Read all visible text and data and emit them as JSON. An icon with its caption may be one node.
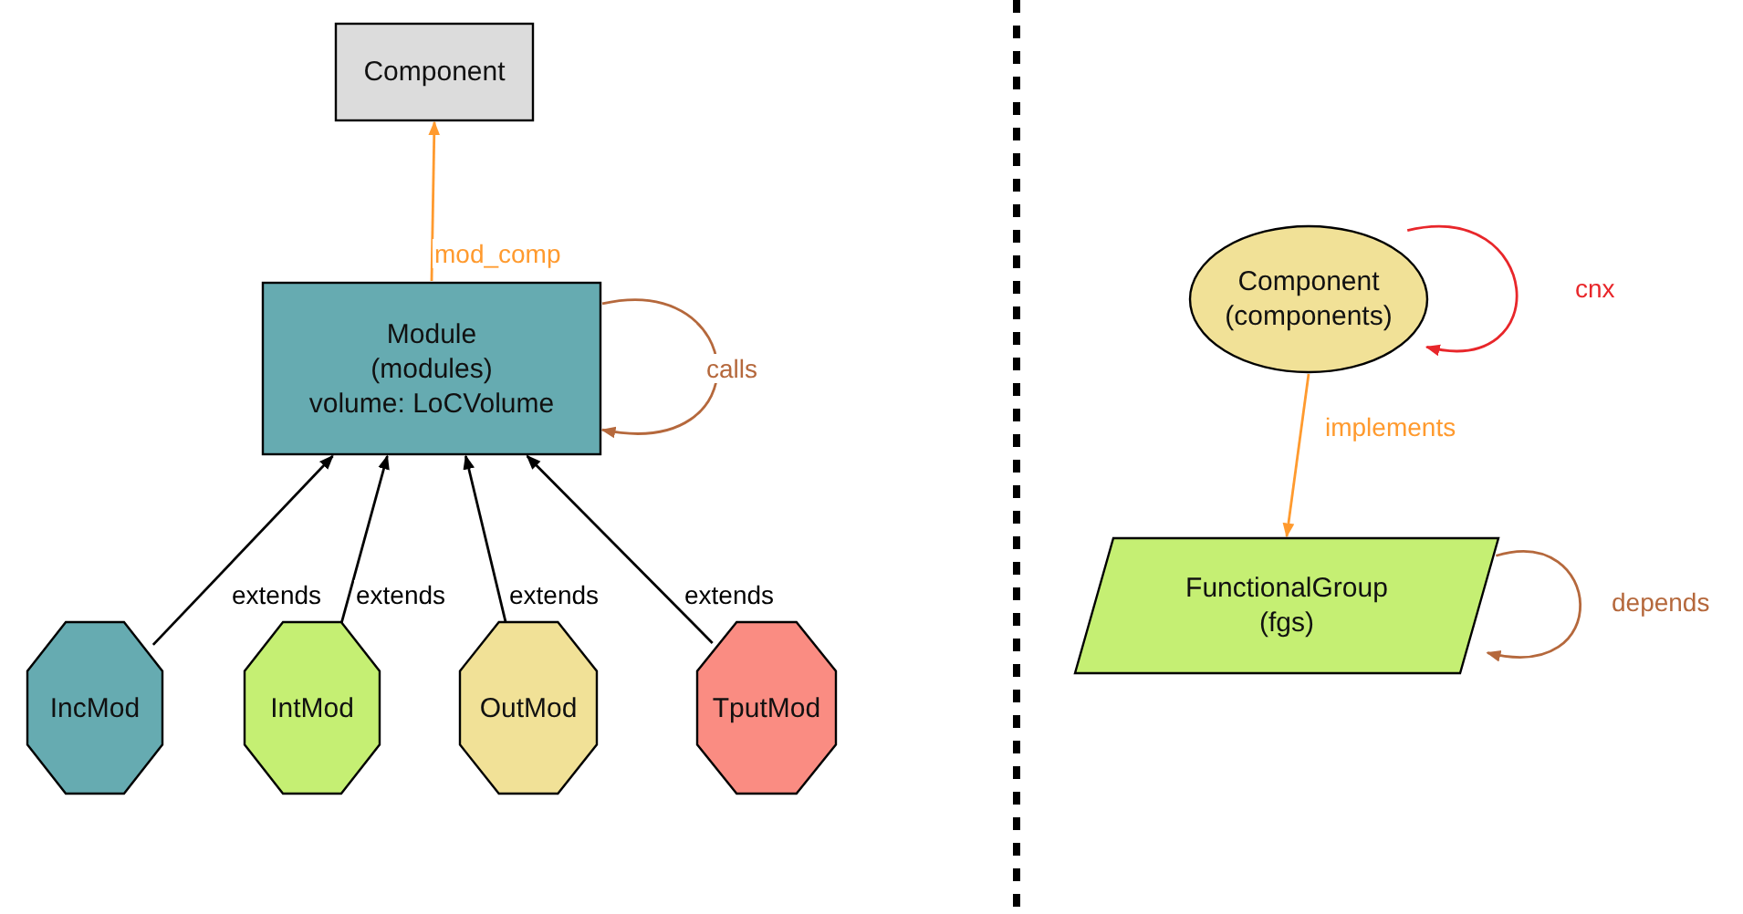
{
  "diagram": {
    "nodes": [
      {
        "text": [
          "Component"
        ]
      },
      {
        "text": [
          "Module (modules)",
          "volume: LoCVolume"
        ]
      },
      {
        "text": [
          "IncMod"
        ]
      },
      {
        "text": [
          "IntMod"
        ]
      },
      {
        "text": [
          "OutMod"
        ]
      },
      {
        "text": [
          "TputMod"
        ]
      },
      {
        "text": [
          "Component (components)"
        ]
      },
      {
        "text": [
          "FunctionalGroup (fgs)"
        ]
      }
    ],
    "edges": [
      {
        "from": 1,
        "to": 0,
        "arrow": "to",
        "label": "mod_comp",
        "color": "#ff9a2e"
      },
      {
        "from": 1,
        "to": 1,
        "arrow": "to",
        "label": "calls",
        "color": "#b5683c"
      },
      {
        "from": 2,
        "to": 1,
        "arrow": "to",
        "label": "extends"
      },
      {
        "from": 3,
        "to": 1,
        "arrow": "to",
        "label": "extends"
      },
      {
        "from": 4,
        "to": 1,
        "arrow": "to",
        "label": "extends"
      },
      {
        "from": 5,
        "to": 1,
        "arrow": "to",
        "label": "extends"
      },
      {
        "from": 6,
        "to": 6,
        "arrow": "to",
        "label": "cnx",
        "color": "#e8262a"
      },
      {
        "from": 6,
        "to": 7,
        "arrow": "to",
        "label": "implements",
        "color": "#ff9a2e"
      },
      {
        "from": 7,
        "to": 7,
        "arrow": "to",
        "label": "depends",
        "color": "#b5683c"
      }
    ]
  }
}
